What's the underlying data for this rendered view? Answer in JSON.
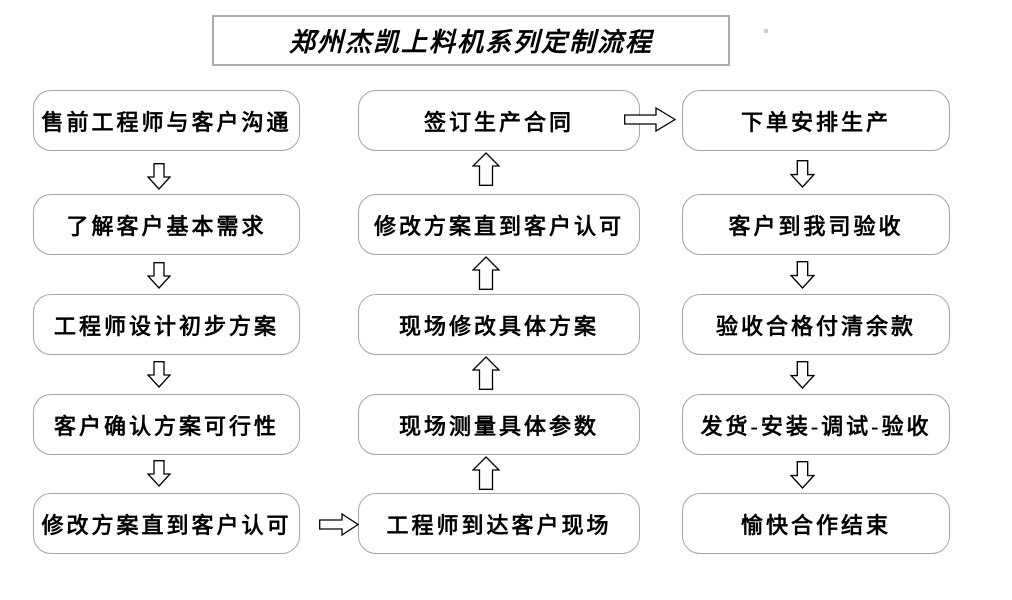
{
  "title": "郑州杰凯上料机系列定制流程",
  "flow": {
    "left": [
      "售前工程师与客户沟通",
      "了解客户基本需求",
      "工程师设计初步方案",
      "客户确认方案可行性",
      "修改方案直到客户认可"
    ],
    "middle": [
      "签订生产合同",
      "修改方案直到客户认可",
      "现场修改具体方案",
      "现场测量具体参数",
      "工程师到达客户现场"
    ],
    "right": [
      "下单安排生产",
      "客户到我司验收",
      "验收合格付清余款",
      "发货-安装-调试-验收",
      "愉快合作结束"
    ]
  },
  "colors": {
    "background": "#ffffff",
    "box_border": "#a6a6a6",
    "title_border": "#ababab",
    "arrow_outline": "#000000",
    "arrow_fill": "#ffffff",
    "text": "#000000"
  }
}
